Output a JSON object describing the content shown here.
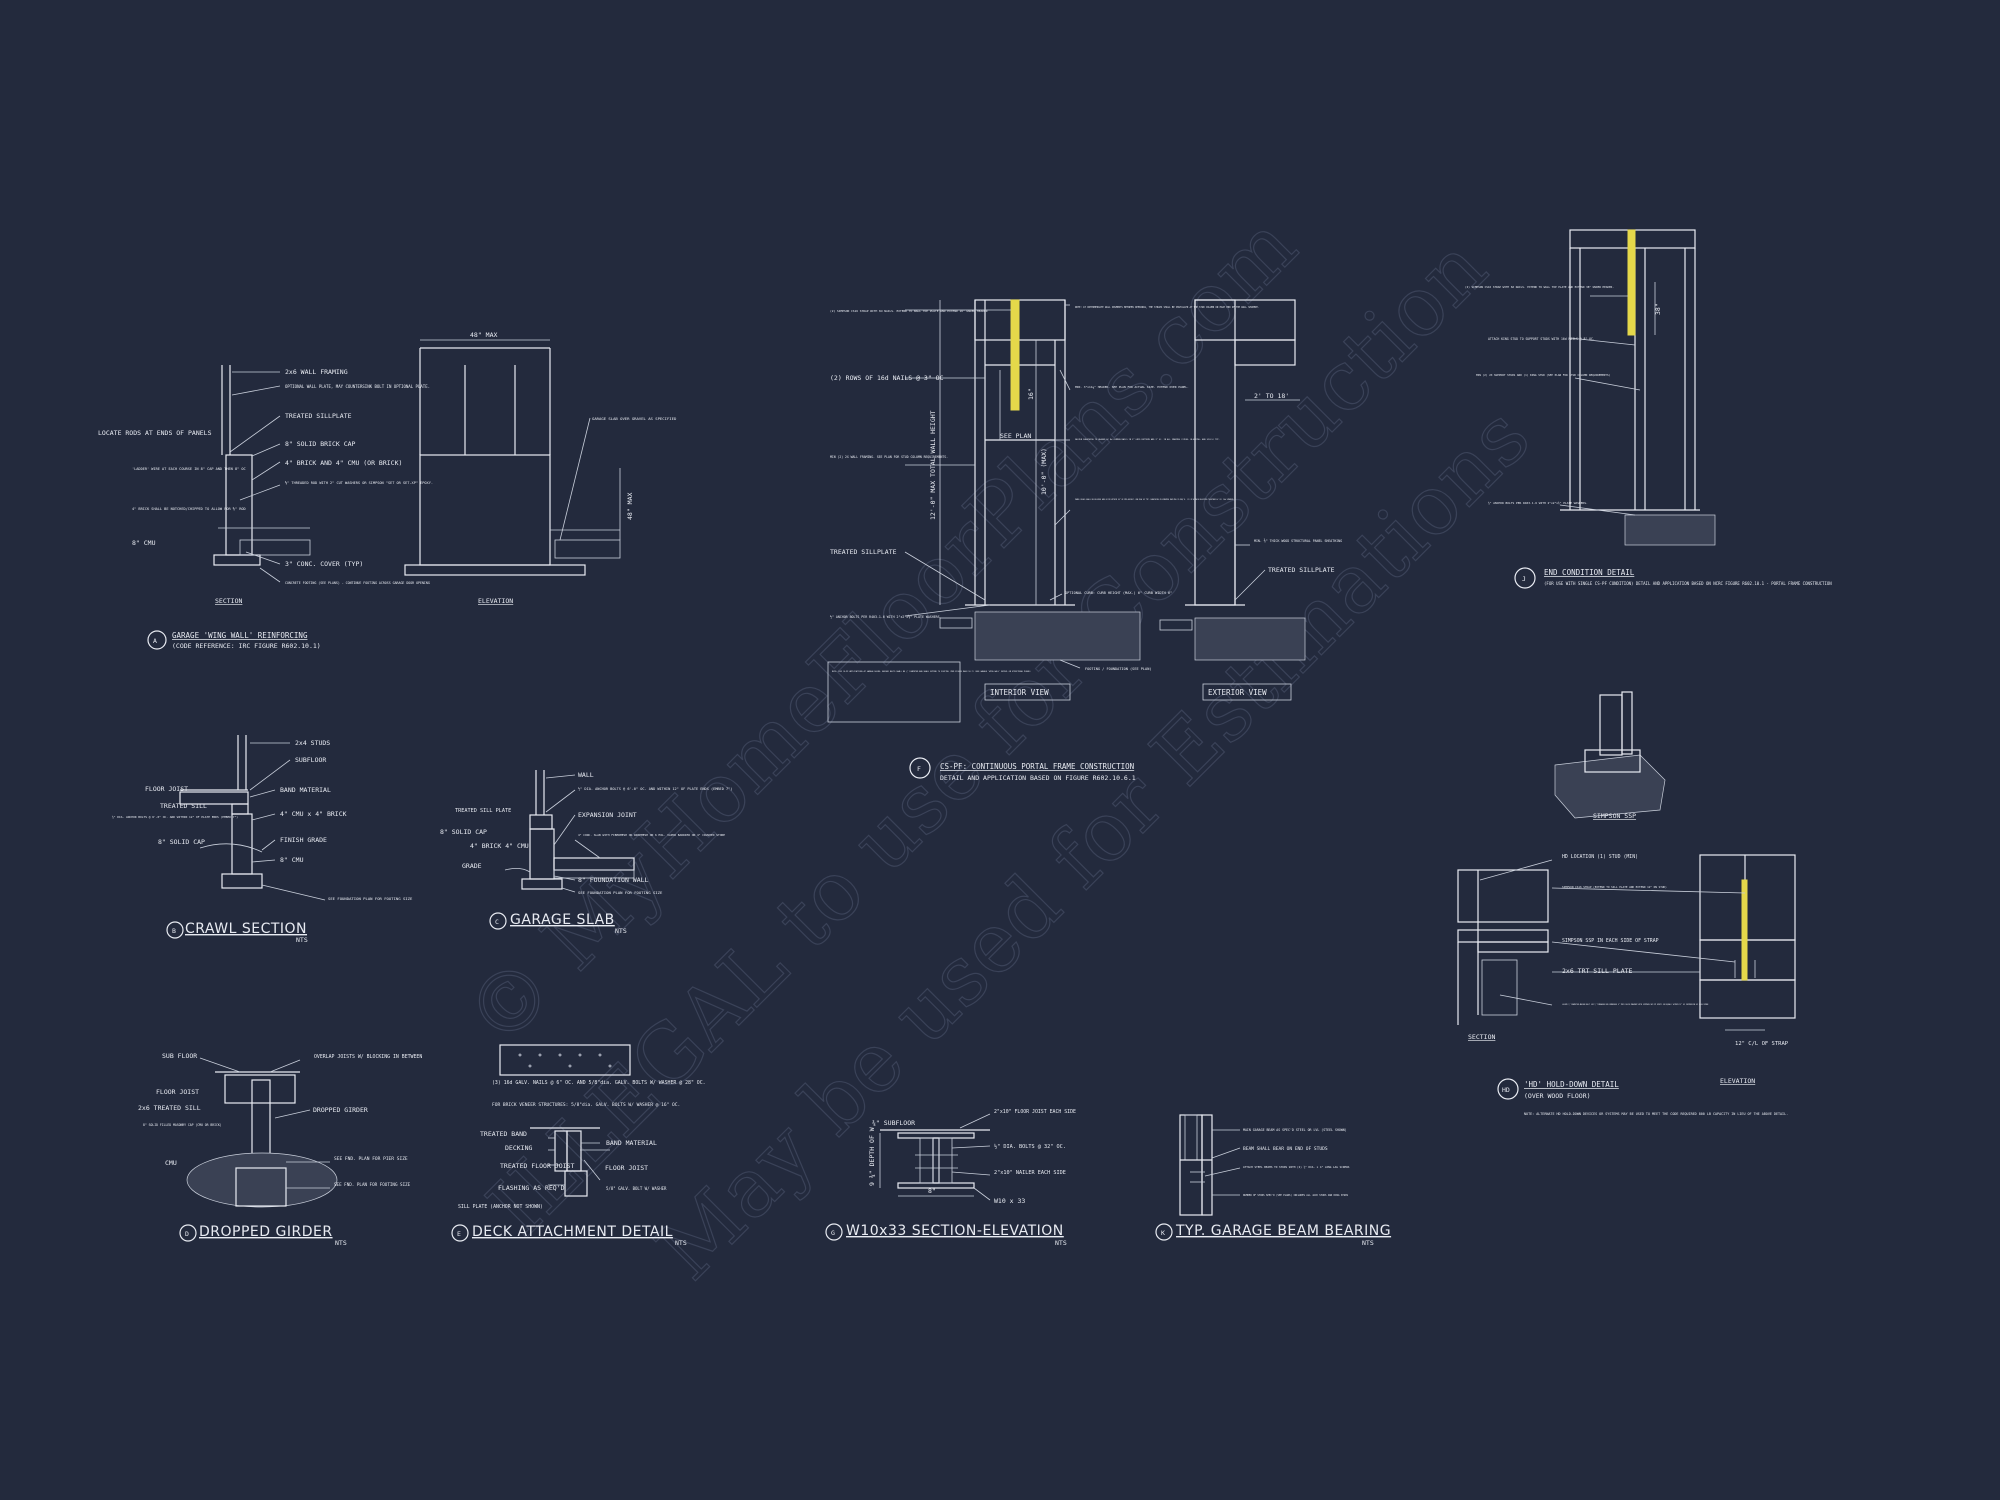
{
  "watermark": {
    "line1": "© MyHomeFloorPlans.com",
    "line2": "ILLEGAL to use for Construction",
    "line3": "May be used for Estimations"
  },
  "details": {
    "A": {
      "letter": "A",
      "title": "GARAGE 'WING WALL' REINFORCING",
      "subtitle": "(CODE REFERENCE: IRC FIGURE R602.10.1)",
      "section_label": "SECTION",
      "elevation_label": "ELEVATION",
      "dim_top": "48\" MAX",
      "dim_right": "48\" MAX",
      "notes_left": [
        "LOCATE RODS AT ENDS OF PANELS",
        "'LADDER' WIRE AT EACH COURSE IN 8\" CAP AND THEN 8\" OC",
        "4\" BRICK SHALL BE NOTCHED/CHIPPED TO ALLOW FOR ⅝\" ROD",
        "8\" CMU"
      ],
      "notes_mid": [
        "2x6 WALL FRAMING",
        "OPTIONAL WALL PLATE, MAY COUNTERSINK BOLT IN OPTIONAL PLATE.",
        "TREATED SILLPLATE",
        "8\" SOLID BRICK CAP",
        "4\" BRICK AND 4\" CMU (OR BRICK)",
        "⅝\" THREADED ROD WITH 2\" CUT WASHERS OR SIMPSON \"SET OR SET-XP\" EPOXY.",
        "3\" CONC. COVER (TYP)",
        "CONCRETE FOOTING (SEE PLANS) - CONTINUE FOOTING ACROSS GARAGE DOOR OPENING"
      ],
      "note_right": "GARAGE SLAB OVER GRAVEL AS SPECIFIED"
    },
    "B": {
      "letter": "B",
      "title": "CRAWL SECTION",
      "nts": "NTS",
      "notes": [
        "2x4 STUDS",
        "SUBFLOOR",
        "FLOOR JOIST",
        "BAND MATERIAL",
        "TREATED SILL",
        "½\" DIA. ANCHOR BOLTS @ 6'-0\" OC. AND WITHIN 12\" OF PLATE ENDS (EMBED 7\")",
        "4\" CMU x 4\" BRICK",
        "8\" SOLID CAP",
        "FINISH GRADE",
        "8\" CMU",
        "SEE FOUNDATION PLAN FOR FOOTING SIZE"
      ]
    },
    "C": {
      "letter": "C",
      "title": "GARAGE SLAB",
      "nts": "NTS",
      "notes": [
        "WALL",
        "½\" DIA. ANCHOR BOLTS @ 6'-0\" OC. AND WITHIN 12\" OF PLATE ENDS (EMBED 7\")",
        "TREATED SILL PLATE",
        "EXPANSION JOINT",
        "8\" SOLID CAP",
        "4\" CONC. SLAB WITH FIBERMESH OR WIREMESH ON 6 MIL. VAPOR BARRIER ON 4\" CRUSHED STONE",
        "4\" BRICK 4\" CMU",
        "GRADE",
        "8\" FOUNDATION WALL",
        "SEE FOUNDATION PLAN FOR FOOTING SIZE"
      ]
    },
    "D": {
      "letter": "D",
      "title": "DROPPED GIRDER",
      "nts": "NTS",
      "notes": [
        "SUB FLOOR",
        "OVERLAP JOISTS W/ BLOCKING IN BETWEEN",
        "FLOOR JOIST",
        "2x6 TREATED SILL",
        "DROPPED GIRDER",
        "8\" SOLID FILLED MASONRY CAP (CMU OR BRICK)",
        "CMU",
        "SEE FND. PLAN FOR PIER SIZE",
        "SEE FND. PLAN FOR FOOTING SIZE"
      ]
    },
    "E": {
      "letter": "E",
      "title": "DECK ATTACHMENT DETAIL",
      "nts": "NTS",
      "notes": [
        "(3) 16d GALV. NAILS @ 6\" OC. AND 5/8\"dia. GALV. BOLTS W/ WASHER @ 28\" OC.",
        "FOR BRICK VENEER STRUCTURES: 5/8\"dia. GALV. BOLTS W/ WASHER @ 16\" OC.",
        "TREATED BAND",
        "BAND MATERIAL",
        "DECKING",
        "TREATED FLOOR JOIST",
        "FLOOR JOIST",
        "FLASHING AS REQ'D",
        "5/8\" GALV. BOLT W/ WASHER",
        "SILL PLATE (ANCHOR NOT SHOWN)"
      ]
    },
    "F": {
      "letter": "F",
      "title": "CS-PF: CONTINUOUS PORTAL FRAME CONSTRUCTION",
      "subtitle": "DETAIL AND APPLICATION BASED ON FIGURE R602.10.6.1",
      "interior_label": "INTERIOR VIEW",
      "exterior_label": "EXTERIOR VIEW",
      "notes_left": [
        "(2) SIMPSON CS16 STRAP WITH 8d NAILS. EXTEND TO WALL TOP PLATE AND EXTEND 16\" UNDER HEADER",
        "(2) ROWS OF 16d NAILS @ 3\" OC",
        "MIN (2) 2X WALL FRAMING. SEE PLAN FOR STUD COLUMN REQUIREMENTS.",
        "TREATED SILLPLATE",
        "½\" ANCHOR BOLTS PER R403.1.6 WITH 2\"x2\"x⅛\" PLATE WASHERS."
      ],
      "note_box": "NOTE: FOR CS-PF APPLICATIONS AT GARAGE DOORS, ANCHOR BOLTS SHALL BE ⅝\" DIAMETER AND SHALL EXTEND TO FOOTING (PER FIGURE R602.10.7) (SEE GARAGE 'WING WALL' DETAIL ON STRUCTURAL PLANS)",
      "notes_mid": [
        "NOTE: AT INTERMEDIATE WALL SEGMENTS BETWEEN OPENINGS, THE STRAPS SHALL BE INSTALLED AT THE STUD COLUMN ON EACH END OF THE WALL SEGMENT.",
        "MIN. 3\"x11¼\" HEADER. SEE PLAN FOR ACTUAL SIZE. EXTEND OVER PANEL.",
        "FASTEN SHEATHING TO HEADER W/ 8d COMMON NAILS IN 3\" GRID PATTERN AND 3\" OC. IN ALL FRAMING (STUDS, BLOCKING, AND SILLS) TYP.",
        "PANEL EDGES SHALL BE BLOCKED AND OCCUR WITHIN 24\" OF MID-HEIGHT. ONE ROW OF TYP. SHEATHING-TO-FRAMING NAILING IS REQ'D. (2) 2X ATTACH BLOCKING TOGETHER W/ (3) 16d SINKERS.",
        "OPTIONAL CURB: CURB HEIGHT (MAX.) 6\" CURB WIDTH 6\"",
        "FOOTING / FOUNDATION (SEE PLAN)"
      ],
      "notes_right": [
        "2' TO 18'",
        "MIN. ⅜\" THICK WOOD STRUCTURAL PANEL SHEATHING",
        "TREATED SILLPLATE"
      ],
      "dim_height": "12'-0\" MAX TOTAL WALL HEIGHT",
      "dim_panel": "10'-0\" (MAX)",
      "dim_strap": "16\"",
      "see_plan": "SEE PLAN"
    },
    "G": {
      "letter": "G",
      "title": "W10x33 SECTION-ELEVATION",
      "nts": "NTS",
      "notes": [
        "¾\" SUBFLOOR",
        "2\"x10\" FLOOR JOIST EACH SIDE",
        "½\" DIA. BOLTS @ 32\" OC.",
        "2\"x10\" NAILER EACH SIDE",
        "W10 x 33"
      ],
      "dim_depth": "9 ¾\" DEPTH OF W",
      "dim_width": "8\""
    },
    "K": {
      "letter": "K",
      "title": "TYP. GARAGE BEAM BEARING",
      "nts": "NTS",
      "notes": [
        "MAIN GARAGE BEAM AS SPEC'D STEEL OR LVL (STEEL SHOWN)",
        "BEAM SHALL BEAR ON END OF STUDS",
        "ATTACH STEEL BEAMS TO STUDS WITH (2) ½\" DIA. x 4\" LONG LAG SCREWS",
        "NUMBER OF STUDS SPEC'D (SEE PLANS) INCLUDES ALL JACK STUDS AND KING STUDS"
      ]
    },
    "J": {
      "letter": "J",
      "title": "END CONDITION DETAIL",
      "subtitle": "(FOR USE WITH SINGLE CS-PF CONDITION) DETAIL AND APPLICATION BASED ON NCRC FIGURE R602.10.1 - PORTAL FRAME CONSTRUCTION",
      "notes": [
        "(2) SIMPSON CS16 STRAP WITH 8d NAILS. EXTEND TO WALL TOP PLATE AND EXTEND 38\" UNDER HEADER.",
        "ATTACH KING STUD TO SUPPORT STUDS WITH 16d NAILS @ 8\" OC.",
        "MIN (2) 2X SUPPORT STUDS AND (1) KING STUD (SEE PLAN FOR STUD COLUMN REQUIREMENTS)",
        "½\" ANCHOR BOLTS PER R403.1.6 WITH 2\"x2\"x⅛\" PLATE WASHERS."
      ],
      "dim": "38\""
    },
    "HD": {
      "letter": "HD",
      "title": "'HD' HOLD-DOWN DETAIL",
      "subtitle": "(OVER WOOD FLOOR)",
      "ssp_label": "SIMPSON SSP",
      "section_label": "SECTION",
      "elevation_label": "ELEVATION",
      "notes": [
        "HD LOCATION (1) STUD (MIN)",
        "SIMPSON CS16 STRAP (EXTEND TO SILL PLATE AND EXTEND 12\" ON STUD)",
        "SIMPSON SSP IN EACH SIDE OF STRAP",
        "2x6 TRT SILL PLATE",
        "LOCATE ½\" DIAMETER ANCHOR BOLT (OR ½\" THREADED ROD EMBEDDED 5\" INTO SOLID MASONRY WITH SIMPSON SET-XP EPOXY (OR EQUAL) WITHIN 12\" OF CENTERLINE OF CS16 STRAP."
      ],
      "dim": "12\" C/L OF STRAP",
      "note": "NOTE: ALTERNATE HD HOLD-DOWN DEVICES OR SYSTEMS MAY BE USED TO MEET THE CODE REQUIRED 800 LB CAPACITY IN LIEU OF THE ABOVE DETAIL."
    }
  }
}
